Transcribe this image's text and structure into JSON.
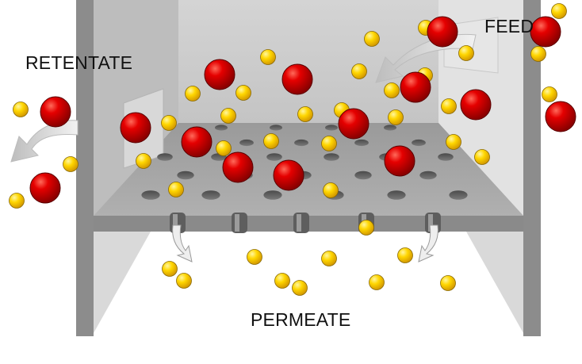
{
  "labels": {
    "feed": "FEED",
    "retentate": "RETENTATE",
    "permeate": "PERMEATE"
  },
  "colors": {
    "large_particle": "#e00000",
    "small_particle": "#ffd400",
    "vessel_wall": "#8c8c8c",
    "membrane": "#a6a6a6",
    "background": "#ffffff"
  }
}
